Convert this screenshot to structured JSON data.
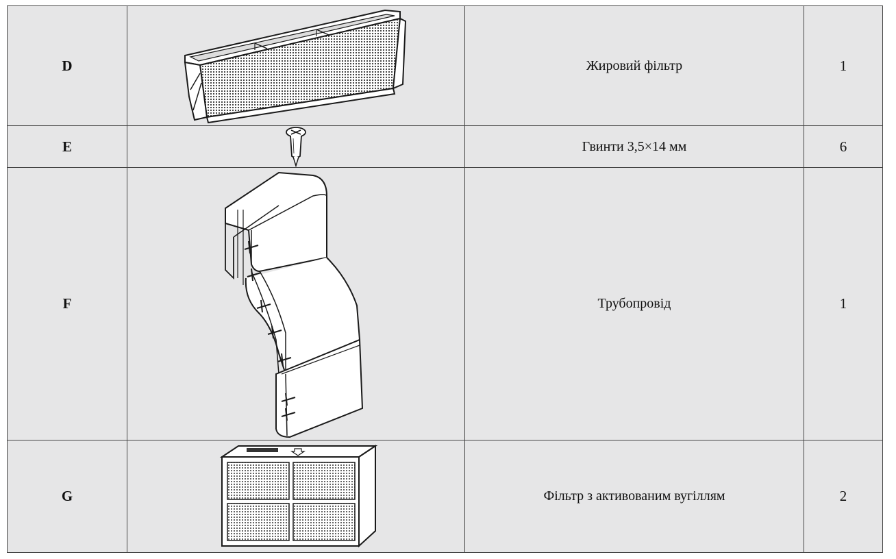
{
  "parts": [
    {
      "letter": "D",
      "name": "Жировий фільтр",
      "qty": "1",
      "illustration": "grease-filter-illustration"
    },
    {
      "letter": "E",
      "name": "Гвинти 3,5×14 мм",
      "qty": "6",
      "illustration": "screw-illustration"
    },
    {
      "letter": "F",
      "name": "Трубопровід",
      "qty": "1",
      "illustration": "duct-illustration"
    },
    {
      "letter": "G",
      "name": "Фільтр з активованим вугіллям",
      "qty": "2",
      "illustration": "carbon-filter-illustration"
    }
  ],
  "colors": {
    "background": "#e6e6e7",
    "border": "#444444",
    "line_art": "#1a1a1a"
  }
}
